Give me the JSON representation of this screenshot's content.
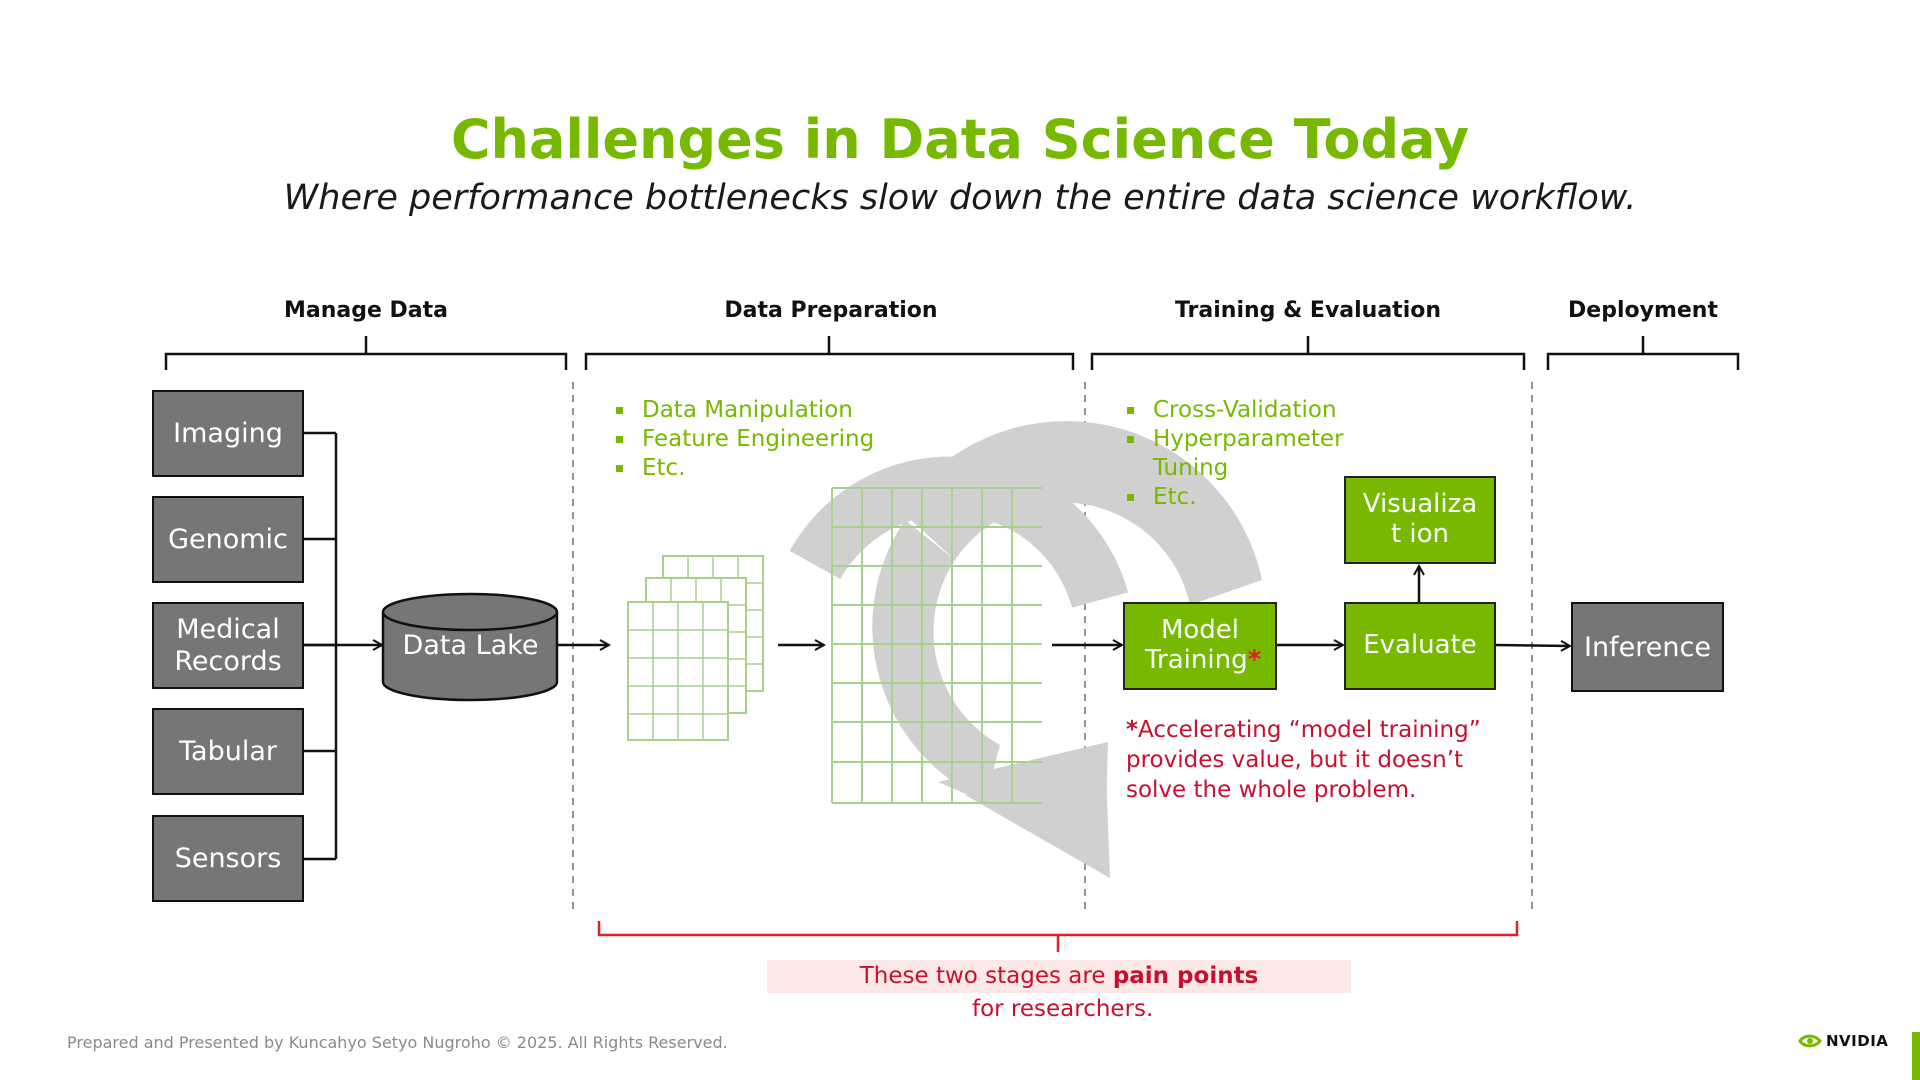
{
  "title": "Challenges in Data Science Today",
  "subtitle": "Where performance bottlenecks slow down the entire data science workflow.",
  "stages": {
    "manage_data": "Manage Data",
    "data_preparation": "Data Preparation",
    "training_evaluation": "Training & Evaluation",
    "deployment": "Deployment"
  },
  "sources": [
    "Imaging",
    "Genomic",
    "Medical Records",
    "Tabular",
    "Sensors"
  ],
  "data_lake": "Data Lake",
  "prep_bullets": [
    "Data Manipulation",
    "Feature Engineering",
    "Etc."
  ],
  "training_bullets": [
    "Cross-Validation",
    "Hyperparameter Tuning",
    "Etc."
  ],
  "boxes": {
    "visualization": "Visualizat ion",
    "model_training": "Model Training",
    "model_training_star": "*",
    "evaluate": "Evaluate",
    "inference": "Inference"
  },
  "note": {
    "star": "*",
    "text": "Accelerating “model training” provides value, but it doesn’t solve the whole problem."
  },
  "pain": {
    "before": "These two stages are ",
    "bold": "pain points",
    "after": " for researchers."
  },
  "footer": "Prepared and Presented by Kuncahyo Setyo Nugroho © 2025. All Rights Reserved.",
  "logo_text": "NVIDIA",
  "colors": {
    "accent_green": "#76b900",
    "box_gray": "#767676",
    "alert_red": "#c8102e",
    "pain_bg": "#fde8e8",
    "cycle_gray": "#d0d0d0"
  }
}
